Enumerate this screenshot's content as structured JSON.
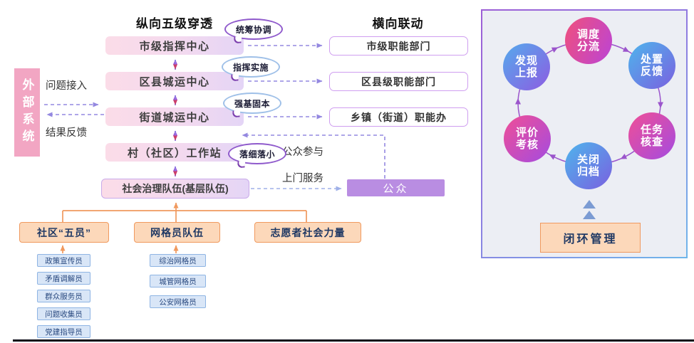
{
  "flow": {
    "external_system": "外部系统",
    "external_in": "问题接入",
    "external_out": "结果反馈",
    "vertical_title": "纵向五级穿透",
    "horizontal_title": "横向联动",
    "levels": [
      "市级指挥中心",
      "区县城运中心",
      "街道城运中心",
      "村（社区）工作站",
      "社会治理队伍(基层队伍)"
    ],
    "badges": [
      "统筹协调",
      "指挥实施",
      "强基固本",
      "落细落小"
    ],
    "departments": [
      "市级职能部门",
      "区县级职能部门",
      "乡镇（街道）职能办"
    ],
    "public_box": "公众",
    "public_participation": "公众参与",
    "door_service": "上门服务",
    "teams": {
      "five": {
        "label": "社区“五员”",
        "members": [
          "政策宣传员",
          "矛盾调解员",
          "群众服务员",
          "问题收集员",
          "党建指导员"
        ]
      },
      "grid": {
        "label": "网格员队伍",
        "members": [
          "综治网格员",
          "城管网格员",
          "公安网格员"
        ]
      },
      "volunteer": {
        "label": "志愿者社会力量"
      }
    }
  },
  "cycle": {
    "nodes": [
      {
        "l1": "调度",
        "l2": "分流"
      },
      {
        "l1": "处置",
        "l2": "反馈"
      },
      {
        "l1": "任务",
        "l2": "核查"
      },
      {
        "l1": "关闭",
        "l2": "归档"
      },
      {
        "l1": "评价",
        "l2": "考核"
      },
      {
        "l1": "发现",
        "l2": "上报"
      }
    ],
    "footer": "闭环管理"
  },
  "colors": {
    "external_pink": "#f2a6c3",
    "level_gradient": [
      "#fbdce8",
      "#e4d5f6"
    ],
    "functional_border": "#cf9ef0",
    "public_fill": "#b98de2",
    "orange_fill": "#fcd8ba",
    "orange_border": "#f0995e",
    "member_fill": "#d9e6f7",
    "member_border": "#8eb4e3",
    "dashed_purple": "#9488e0",
    "dashed_blue": "#9fb0e8",
    "cycle_arc": "#9b55cc",
    "panel_bg": "#eceef4"
  }
}
